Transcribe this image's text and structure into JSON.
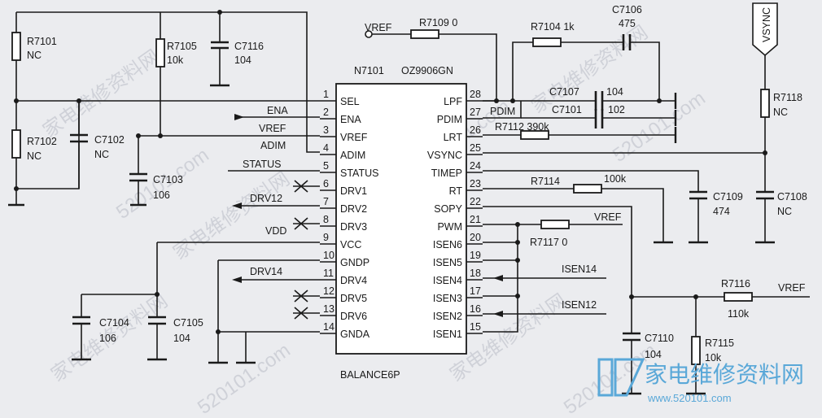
{
  "ic": {
    "ref": "N7101",
    "part": "OZ9906GN",
    "caption": "BALANCE6P",
    "left_pins": [
      {
        "num": "1",
        "name": "SEL"
      },
      {
        "num": "2",
        "name": "ENA"
      },
      {
        "num": "3",
        "name": "VREF"
      },
      {
        "num": "4",
        "name": "ADIM"
      },
      {
        "num": "5",
        "name": "STATUS"
      },
      {
        "num": "6",
        "name": "DRV1"
      },
      {
        "num": "7",
        "name": "DRV2"
      },
      {
        "num": "8",
        "name": "DRV3"
      },
      {
        "num": "9",
        "name": "VCC"
      },
      {
        "num": "10",
        "name": "GNDP"
      },
      {
        "num": "11",
        "name": "DRV4"
      },
      {
        "num": "12",
        "name": "DRV5"
      },
      {
        "num": "13",
        "name": "DRV6"
      },
      {
        "num": "14",
        "name": "GNDA"
      }
    ],
    "right_pins": [
      {
        "num": "28",
        "name": "LPF"
      },
      {
        "num": "27",
        "name": "PDIM"
      },
      {
        "num": "26",
        "name": "LRT"
      },
      {
        "num": "25",
        "name": "VSYNC"
      },
      {
        "num": "24",
        "name": "TIMEP"
      },
      {
        "num": "23",
        "name": "RT"
      },
      {
        "num": "22",
        "name": "SOPY"
      },
      {
        "num": "21",
        "name": "PWM"
      },
      {
        "num": "20",
        "name": "ISEN6"
      },
      {
        "num": "19",
        "name": "ISEN5"
      },
      {
        "num": "18",
        "name": "ISEN4"
      },
      {
        "num": "17",
        "name": "ISEN3"
      },
      {
        "num": "16",
        "name": "ISEN2"
      },
      {
        "num": "15",
        "name": "ISEN1"
      }
    ]
  },
  "nets": {
    "ena": "ENA",
    "vref_in": "VREF",
    "adim": "ADIM",
    "status": "STATUS",
    "drv12": "DRV12",
    "vdd": "VDD",
    "drv14": "DRV14",
    "vref_top": "VREF",
    "vsync": "VSYNC",
    "vref_pwm": "VREF",
    "isen14": "ISEN14",
    "isen12": "ISEN12",
    "vref_right": "VREF",
    "pdim": "PDIM"
  },
  "components": {
    "r7101": {
      "ref": "R7101",
      "value": "NC"
    },
    "r7102": {
      "ref": "R7102",
      "value": "NC"
    },
    "r7105": {
      "ref": "R7105",
      "value": "10k"
    },
    "c7116": {
      "ref": "C7116",
      "value": "104"
    },
    "c7102": {
      "ref": "C7102",
      "value": "NC"
    },
    "c7103": {
      "ref": "C7103",
      "value": "106"
    },
    "c7104": {
      "ref": "C7104",
      "value": "106"
    },
    "c7105": {
      "ref": "C7105",
      "value": "104"
    },
    "r7109": {
      "ref": "R7109",
      "value": "0"
    },
    "r7104": {
      "ref": "R7104",
      "value": "1k"
    },
    "c7106": {
      "ref": "C7106",
      "value": "475"
    },
    "c7107": {
      "ref": "C7107",
      "value": "104"
    },
    "c7101": {
      "ref": "C7101",
      "value": "102"
    },
    "r7112": {
      "ref": "R7112",
      "value": "390k"
    },
    "r7114": {
      "ref": "R7114",
      "value": "100k"
    },
    "c7109": {
      "ref": "C7109",
      "value": "474"
    },
    "c7108": {
      "ref": "C7108",
      "value": "NC"
    },
    "r7118": {
      "ref": "R7118",
      "value": "NC"
    },
    "r7117": {
      "ref": "R7117",
      "value": "0"
    },
    "r7116": {
      "ref": "R7116",
      "value": "110k"
    },
    "r7115": {
      "ref": "R7115",
      "value": "10k"
    },
    "c7110": {
      "ref": "C7110",
      "value": "104"
    }
  },
  "watermark": {
    "brand": "家电维修资料网",
    "url": "520101.com",
    "logo_url": "www.520101.com"
  }
}
